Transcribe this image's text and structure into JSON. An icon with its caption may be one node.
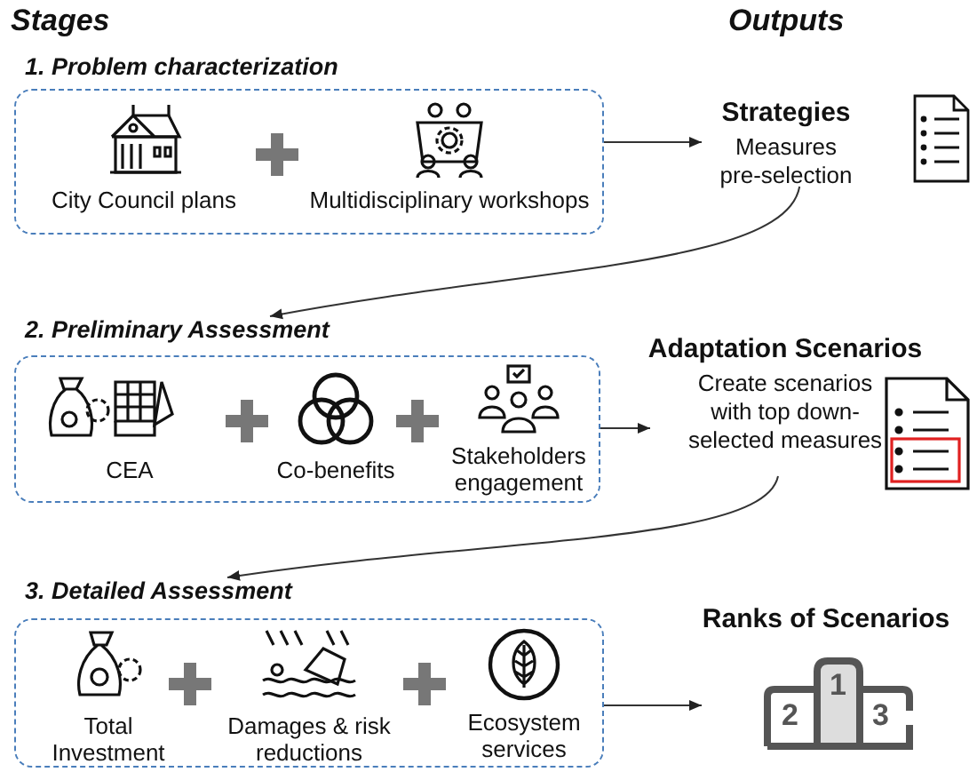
{
  "diagram": {
    "nodes": [
      {
        "text": [
          "1. Problem characterization"
        ]
      },
      {
        "text": [
          "City Council plans"
        ],
        "in": 0
      },
      {
        "text": [
          "Multidisciplinary workshops"
        ],
        "in": 0
      },
      {
        "text": [
          "Strategies",
          "Measures pre-selection"
        ]
      },
      {
        "text": [
          "2. Preliminary Assessment"
        ]
      },
      {
        "text": [
          "CEA"
        ],
        "in": 4
      },
      {
        "text": [
          "Co-benefits"
        ],
        "in": 4
      },
      {
        "text": [
          "Stakeholders engagement"
        ],
        "in": 4
      },
      {
        "text": [
          "Adaptation Scenarios",
          "Create scenarios with top down-selected measures"
        ]
      },
      {
        "text": [
          "3. Detailed Assessment"
        ]
      },
      {
        "text": [
          "Total Investment"
        ],
        "in": 9
      },
      {
        "text": [
          "Damages & risk reductions"
        ],
        "in": 9
      },
      {
        "text": [
          "Ecosystem services"
        ],
        "in": 9
      },
      {
        "text": [
          "Ranks of Scenarios"
        ]
      }
    ],
    "edges": [
      {
        "from": 0,
        "to": 3,
        "arrow": "to"
      },
      {
        "from": 3,
        "to": 4,
        "arrow": "to"
      },
      {
        "from": 4,
        "to": 8,
        "arrow": "to"
      },
      {
        "from": 8,
        "to": 9,
        "arrow": "to"
      },
      {
        "from": 9,
        "to": 13,
        "arrow": "to"
      }
    ],
    "labels": [
      "Stages",
      "Outputs",
      "2",
      "1",
      "3"
    ]
  }
}
